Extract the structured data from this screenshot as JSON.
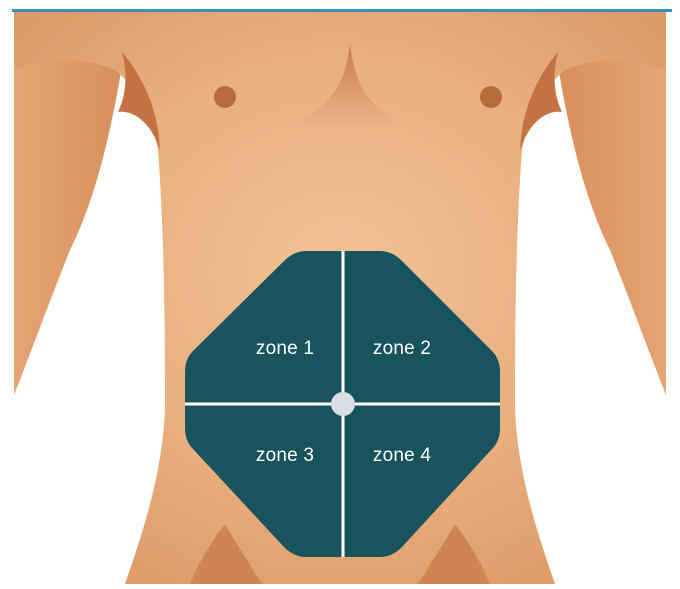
{
  "zones": [
    {
      "id": "zone-1",
      "label": "zone 1"
    },
    {
      "id": "zone-2",
      "label": "zone 2"
    },
    {
      "id": "zone-3",
      "label": "zone 3"
    },
    {
      "id": "zone-4",
      "label": "zone 4"
    }
  ],
  "colors": {
    "top_rule": "#3a90b8",
    "skin_light": "#f1c296",
    "skin_mid": "#e5a677",
    "skin_dark": "#c47243",
    "nipple": "#b86b3c",
    "zone_fill": "#18535e",
    "zone_divider": "#ffffff",
    "center_marker": "#d8dde0"
  },
  "icons": {
    "center_marker": "circle-marker-icon"
  }
}
